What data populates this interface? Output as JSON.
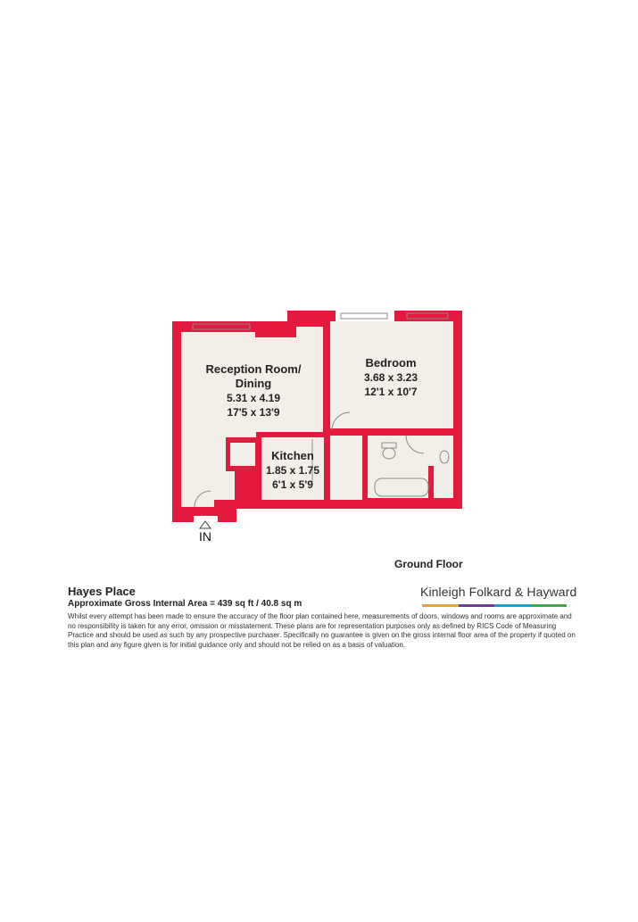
{
  "floor_name": "Ground Floor",
  "rooms": [
    {
      "name_lines": [
        "Reception Room/",
        "Dining"
      ],
      "metric": "5.31 x 4.19",
      "imperial": "17'5 x 13'9"
    },
    {
      "name_lines": [
        "Bedroom"
      ],
      "metric": "3.68 x 3.23",
      "imperial": "12'1 x 10'7"
    },
    {
      "name_lines": [
        "Kitchen"
      ],
      "metric": "1.85 x 1.75",
      "imperial": "6'1 x 5'9"
    }
  ],
  "entrance_label": "IN",
  "footer": {
    "property_name": "Hayes Place",
    "gross_internal_area": "Approximate Gross Internal Area = 439 sq ft / 40.8 sq m",
    "disclaimer": "Whilst every attempt has been made to ensure the accuracy of the floor plan contained here, measurements of doors, windows and rooms are approximate and no responsibility is taken for any error, omission or misstatement. These plans are for representation purposes only as defined by RICS Code of Measuring Practice and should be used as such by any prospective purchaser. Specifically no guarantee is given on the gross internal floor area of the property if quoted on this plan and any figure given is for initial guidance only and should not be relied on as a basis of valuation."
  },
  "brand": {
    "name": "Kinleigh Folkard & Hayward",
    "bar_colors": [
      "#e8a23a",
      "#6b3f98",
      "#1ba0dc",
      "#3aaa48"
    ]
  },
  "colors": {
    "wall": "#e3193e",
    "floor": "#f1efe8",
    "fixture_line": "#8a8a8a"
  }
}
